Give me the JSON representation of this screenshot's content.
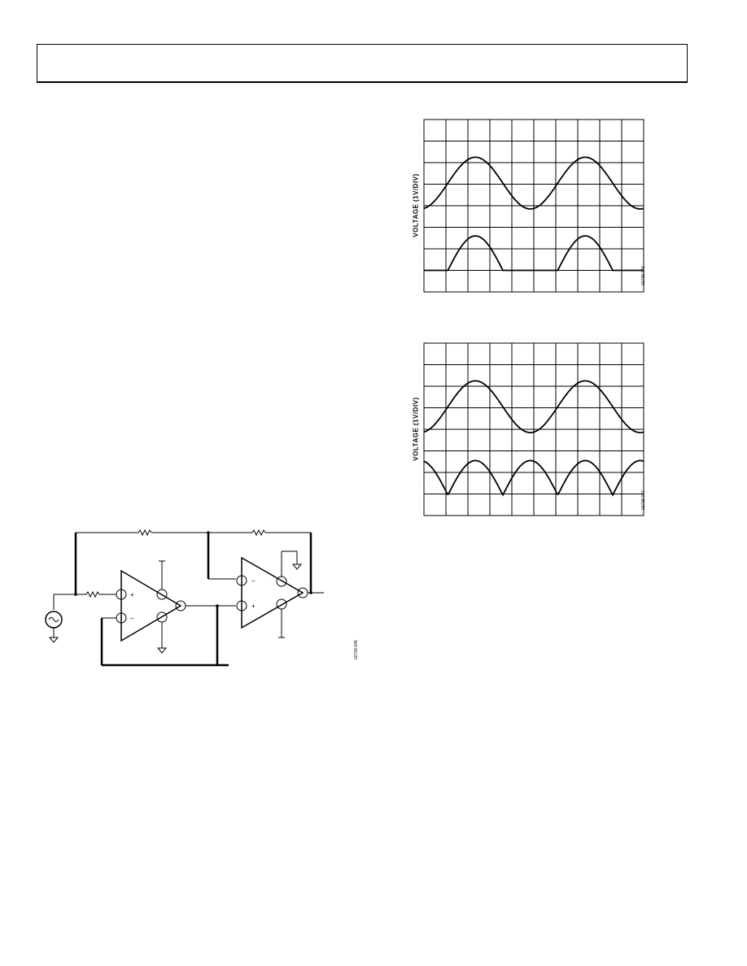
{
  "scope1": {
    "ylabel": "VOLTAGE (1V/DIV)",
    "fig_id": "02729-046",
    "grid": {
      "cols": 10,
      "rows": 8
    }
  },
  "scope2": {
    "ylabel": "VOLTAGE (1V/DIV)",
    "fig_id": "02729-047",
    "grid": {
      "cols": 10,
      "rows": 8
    }
  },
  "schematic": {
    "fig_id": "02729-045",
    "opamp1_plus": "+",
    "opamp1_minus": "–",
    "opamp2_minus": "–",
    "opamp2_plus": "+",
    "source_symbol": "~"
  }
}
